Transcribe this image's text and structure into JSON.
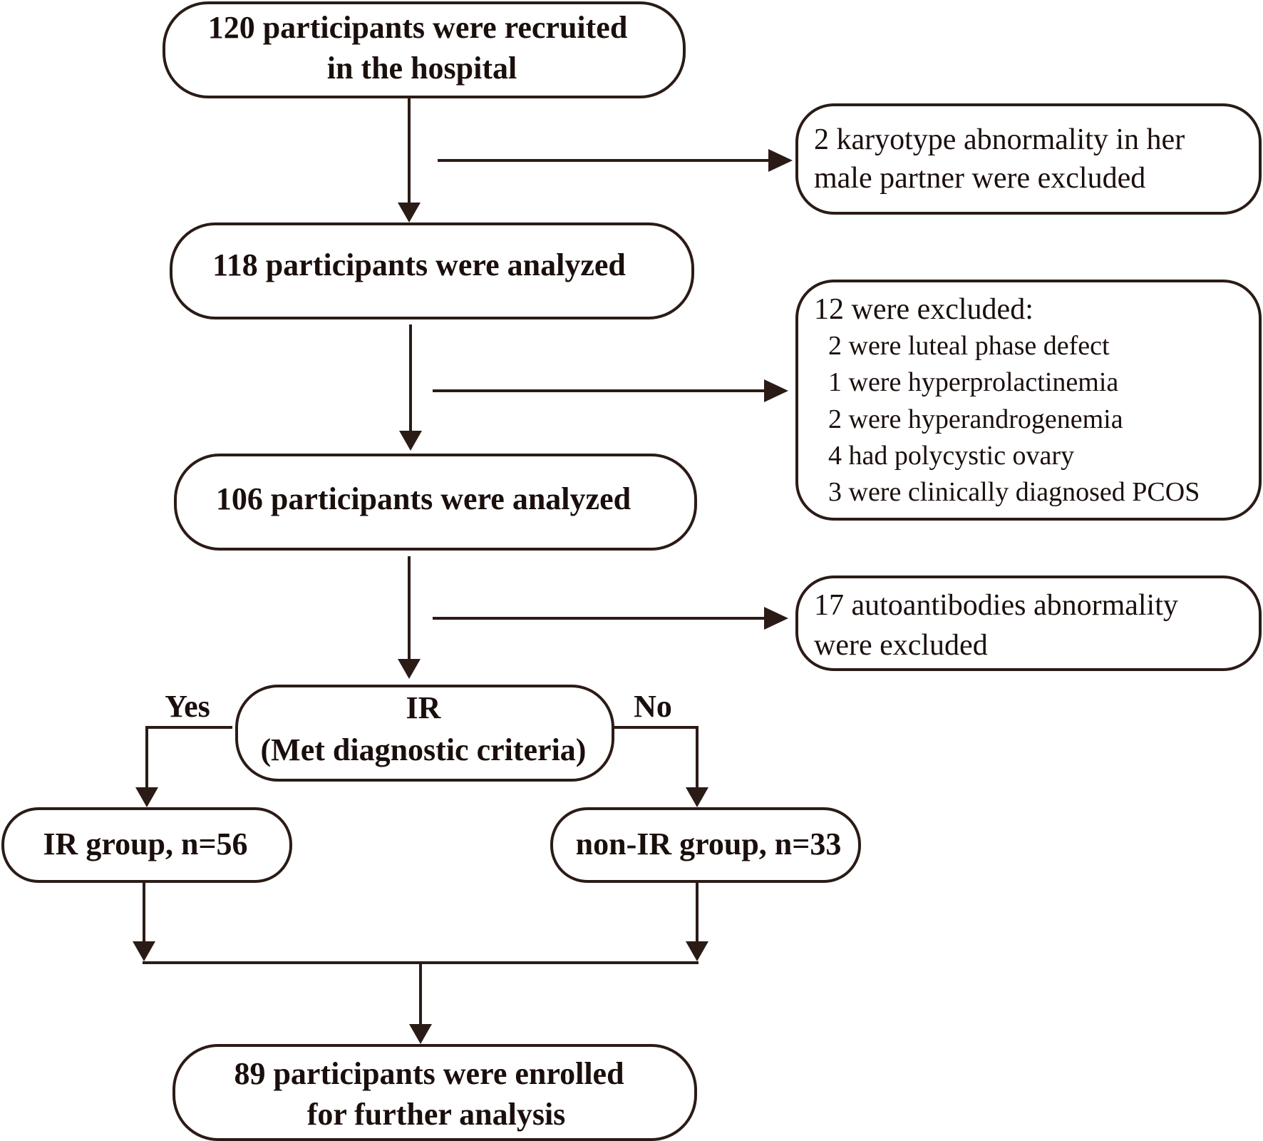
{
  "boxes": {
    "recruited": {
      "line1": "120 participants were recruited",
      "line2": "in the hospital"
    },
    "analyzed_118": {
      "text": "118 participants were analyzed"
    },
    "analyzed_106": {
      "text": "106 participants were analyzed"
    },
    "decision": {
      "line1": "IR",
      "line2": "(Met diagnostic criteria)"
    },
    "ir_group": {
      "text": "IR group, n=56"
    },
    "non_ir_group": {
      "text": "non-IR group, n=33"
    },
    "enrolled": {
      "line1": "89 participants were enrolled",
      "line2": "for further analysis"
    }
  },
  "exclusions": {
    "karyotype": {
      "line1": "2 karyotype abnormality in her",
      "line2": "male partner were excluded"
    },
    "clinical": {
      "title": "12 were excluded:",
      "items": [
        "2 were luteal phase defect",
        "1 were hyperprolactinemia",
        "2 were hyperandrogenemia",
        "4 had polycystic ovary",
        "3 were clinically diagnosed PCOS"
      ]
    },
    "autoantibodies": {
      "line1": "17 autoantibodies abnormality",
      "line2": "were excluded"
    }
  },
  "branch_labels": {
    "yes": "Yes",
    "no": "No"
  }
}
